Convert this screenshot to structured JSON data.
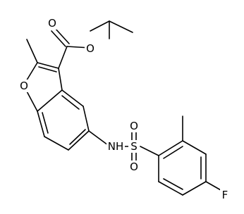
{
  "molecule": {
    "atoms": {
      "ester_o_carbonyl": "O",
      "ester_o_single": "O",
      "furan_o": "O",
      "sulfonamide_n": "NH",
      "sulfur": "S",
      "sulfonyl_o_top": "O",
      "sulfonyl_o_bottom": "O",
      "fluorine": "F"
    }
  }
}
